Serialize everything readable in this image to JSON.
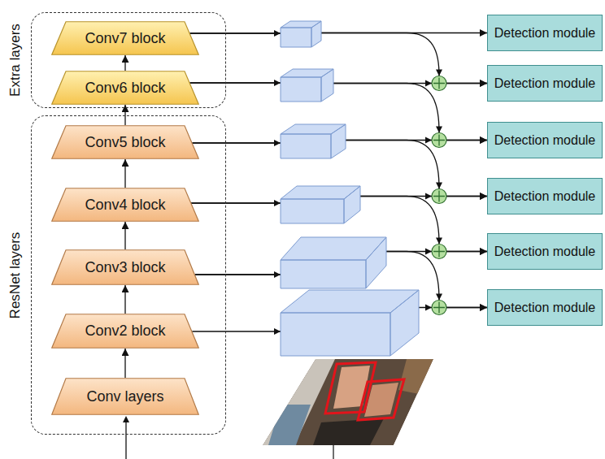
{
  "diagram": {
    "nodes": [
      {
        "text": [
          "Extra layers"
        ]
      },
      {
        "text": [
          "Conv7 block"
        ],
        "in": 0
      },
      {
        "text": [
          "Conv6 block"
        ],
        "in": 0
      },
      {
        "text": [
          "ResNet layers"
        ]
      },
      {
        "text": [
          "Conv5 block"
        ],
        "in": 3
      },
      {
        "text": [
          "Conv4 block"
        ],
        "in": 3
      },
      {
        "text": [
          "Conv3 block"
        ],
        "in": 3
      },
      {
        "text": [
          "Conv2 block"
        ],
        "in": 3
      },
      {
        "text": [
          "Conv layers"
        ],
        "in": 3
      },
      {
        "text": [
          "Detection module"
        ]
      },
      {
        "text": [
          "Detection module"
        ]
      },
      {
        "text": [
          "Detection module"
        ]
      },
      {
        "text": [
          "Detection module"
        ]
      },
      {
        "text": [
          "Detection module"
        ]
      },
      {
        "text": [
          "Detection module"
        ]
      }
    ],
    "edges": [
      {
        "from": 8,
        "to": 7,
        "arrow": "to"
      },
      {
        "from": 7,
        "to": 6,
        "arrow": "to"
      },
      {
        "from": 6,
        "to": 5,
        "arrow": "to"
      },
      {
        "from": 5,
        "to": 4,
        "arrow": "to"
      },
      {
        "from": 4,
        "to": 2,
        "arrow": "to"
      },
      {
        "from": 2,
        "to": 1,
        "arrow": "to"
      },
      {
        "from": 1,
        "to": 9,
        "arrow": "to"
      },
      {
        "from": 2,
        "to": 10,
        "arrow": "to"
      },
      {
        "from": 4,
        "to": 11,
        "arrow": "to"
      },
      {
        "from": 5,
        "to": 12,
        "arrow": "to"
      },
      {
        "from": 6,
        "to": 13,
        "arrow": "to"
      },
      {
        "from": 7,
        "to": 14,
        "arrow": "to"
      },
      {
        "from": 1,
        "to": 10,
        "arrow": "to"
      },
      {
        "from": 2,
        "to": 11,
        "arrow": "to"
      },
      {
        "from": 4,
        "to": 12,
        "arrow": "to"
      },
      {
        "from": 5,
        "to": 13,
        "arrow": "to"
      },
      {
        "from": 6,
        "to": 14,
        "arrow": "to"
      }
    ]
  }
}
